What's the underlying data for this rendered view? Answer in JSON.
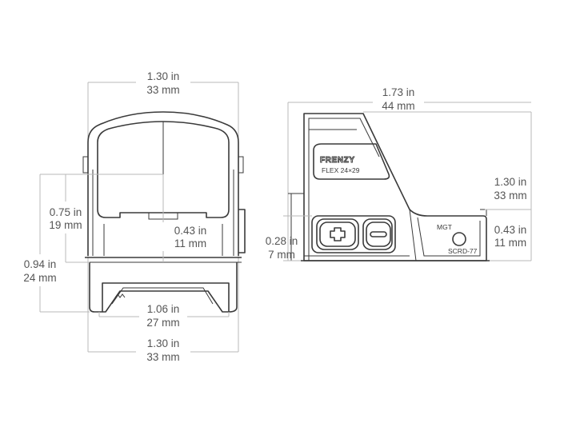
{
  "front_view": {
    "overall_width_top": {
      "in": "1.30 in",
      "mm": "33 mm"
    },
    "body_height": {
      "in": "0.75 in",
      "mm": "19 mm"
    },
    "window_height": {
      "in": "0.43 in",
      "mm": "11 mm"
    },
    "total_height": {
      "in": "0.94 in",
      "mm": "24 mm"
    },
    "rail_width": {
      "in": "1.06 in",
      "mm": "27 mm"
    },
    "overall_width_bottom": {
      "in": "1.30 in",
      "mm": "33 mm"
    }
  },
  "side_view": {
    "overall_length": {
      "in": "1.73 in",
      "mm": "44 mm"
    },
    "overall_height": {
      "in": "1.30 in",
      "mm": "33 mm"
    },
    "rear_height": {
      "in": "0.43 in",
      "mm": "11 mm"
    },
    "base_height": {
      "in": "0.28 in",
      "mm": "7 mm"
    },
    "brand": "FRENZY",
    "model": "FLEX 24×29",
    "mgt_label": "MGT",
    "part_label": "SCRD-77",
    "plus_icon": "plus-icon",
    "minus_icon": "minus-icon"
  }
}
